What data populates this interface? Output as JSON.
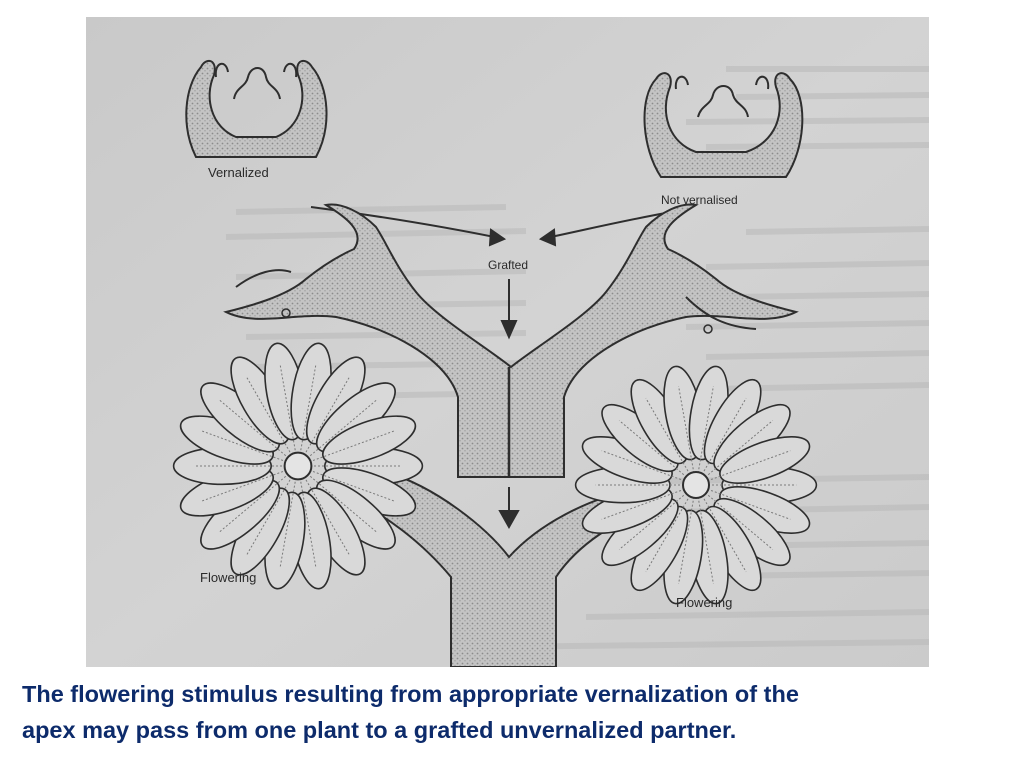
{
  "diagram": {
    "labels": {
      "vernalized": "Vernalized",
      "not_vernalised": "Not vernalised",
      "grafted": "Grafted",
      "flowering_left": "Flowering",
      "flowering_right": "Flowering"
    },
    "colors": {
      "paper": "#cfcfcf",
      "ink": "#2e2e2e",
      "stipple": "#9a9a9a"
    }
  },
  "caption": {
    "line1": " The flowering stimulus resulting from appropriate vernalization of the",
    "line2": "apex may pass from one plant to a grafted unvernalized partner.",
    "color": "#0d2b6b"
  }
}
